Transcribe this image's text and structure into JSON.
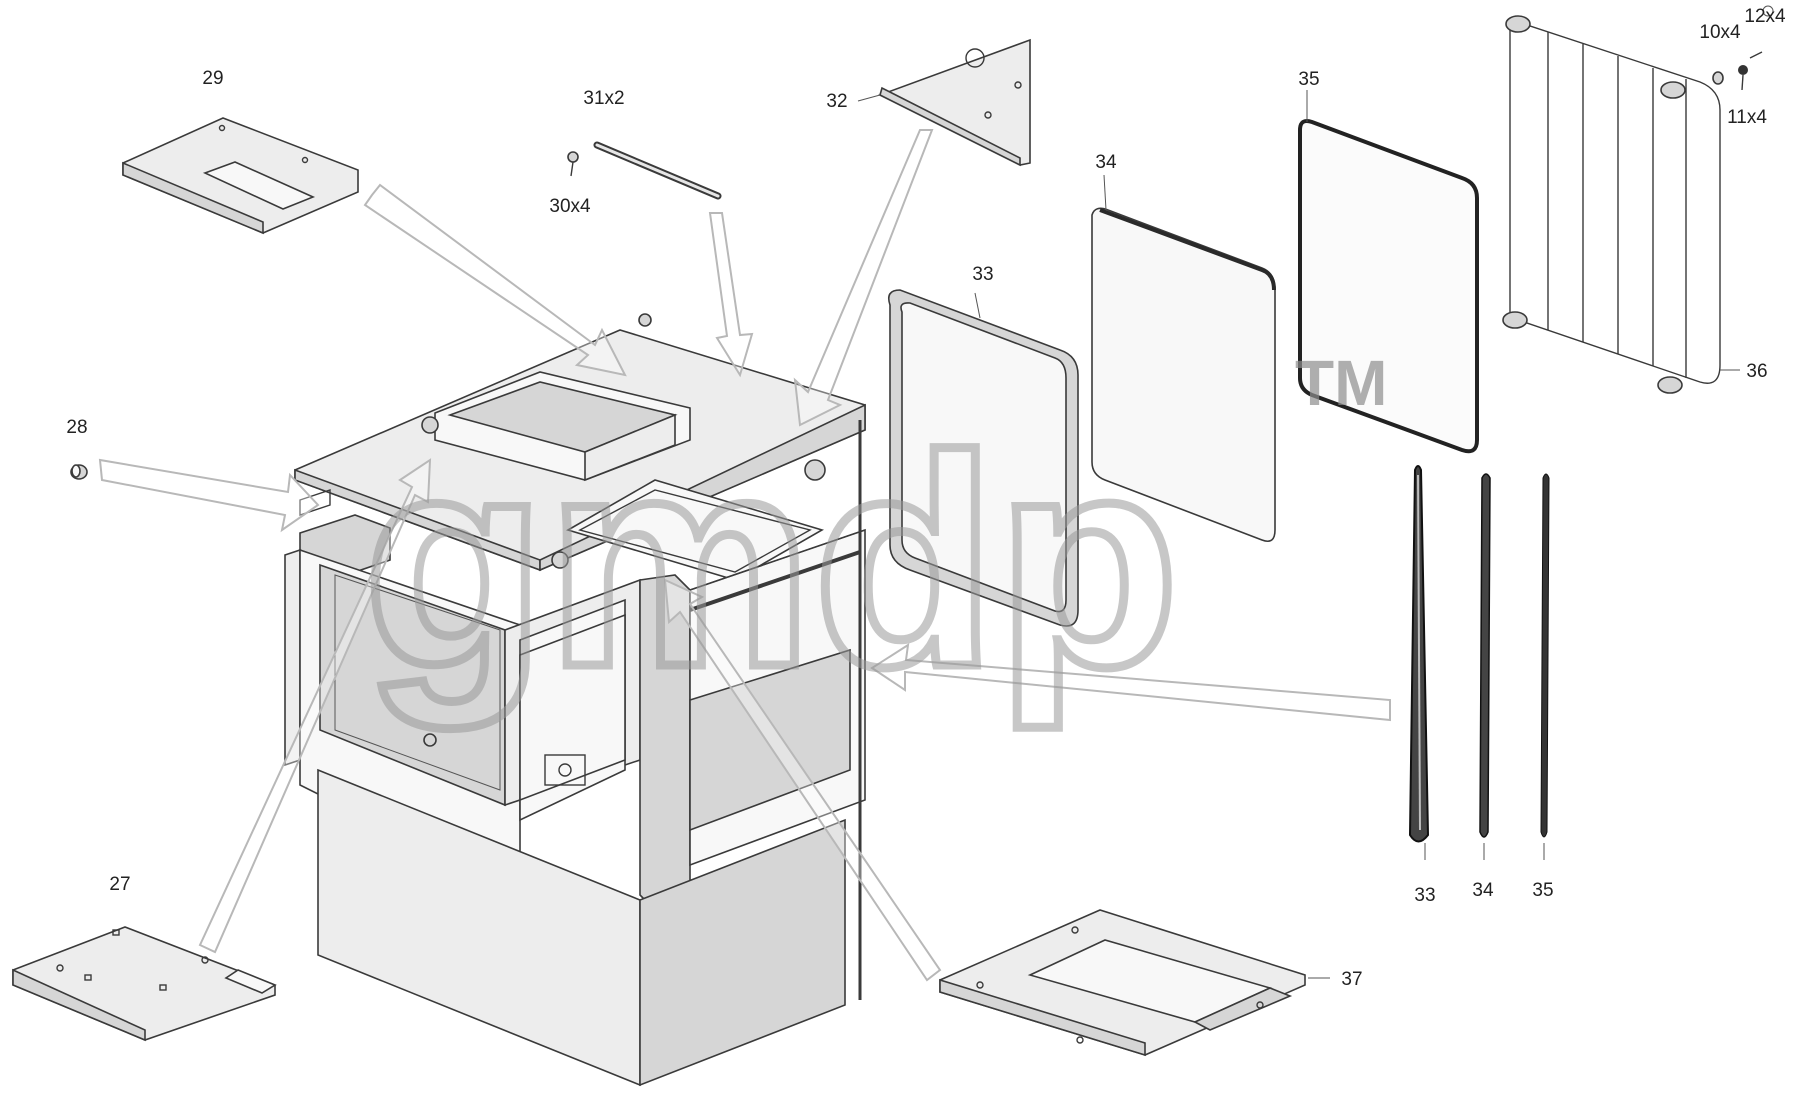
{
  "callouts": {
    "c27": "27",
    "c28": "28",
    "c29": "29",
    "c30": "30x4",
    "c31": "31x2",
    "c32": "32",
    "c33a": "33",
    "c34a": "34",
    "c35a": "35",
    "c36": "36",
    "c10": "10x4",
    "c11": "11x4",
    "c12": "12x4",
    "c33b": "33",
    "c34b": "34",
    "c35b": "35",
    "c37": "37"
  },
  "watermark": {
    "text": "gmdp",
    "tm": "TM"
  },
  "colors": {
    "line": "#3a3a3a",
    "panel": "#ededed",
    "watermark": "#9a9a9a"
  }
}
